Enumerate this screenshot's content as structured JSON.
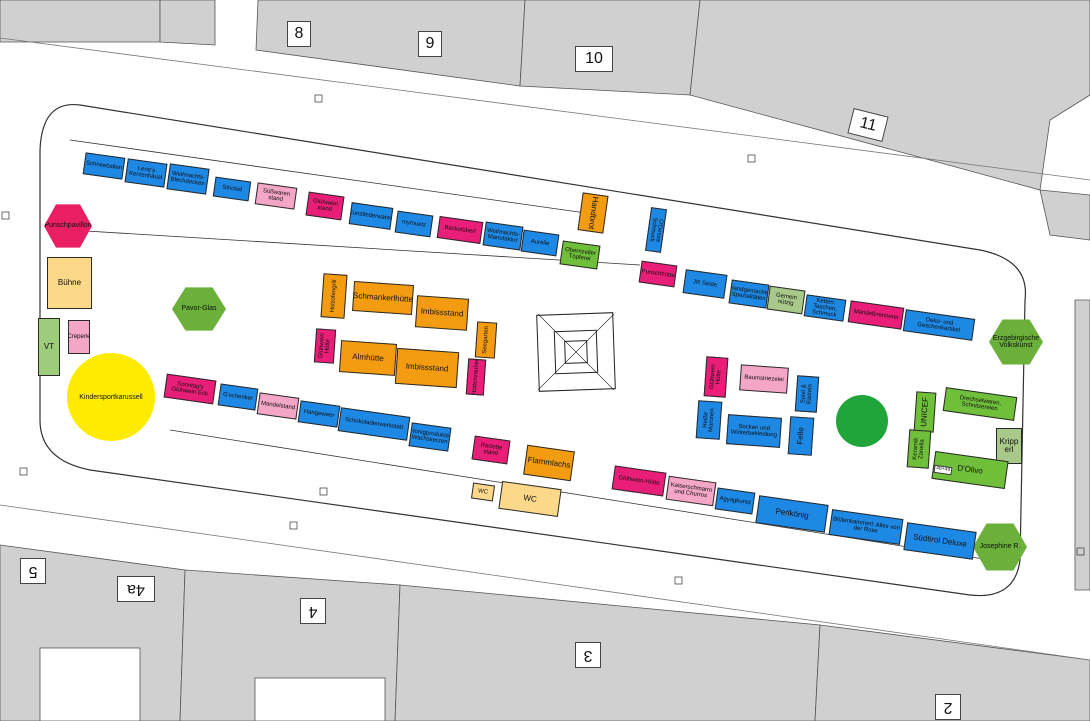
{
  "colors": {
    "background": "#ffffff",
    "building": "#d0d0d0",
    "stall_blue": "#1e88e5",
    "stall_magenta": "#e91e78",
    "stall_orange": "#f39c12",
    "stall_pink": "#f4a6c6",
    "stall_green": "#6fbf3a",
    "carousel_yellow": "#ffeb00",
    "tree_green": "#1fa53a"
  },
  "house_numbers": [
    "8",
    "9",
    "10",
    "11",
    "5",
    "4a",
    "4",
    "3",
    "2"
  ],
  "stalls": {
    "schneeballen": "Schneeballen",
    "lenes_kerzenhaeusl": "Lene's Kerzenhäusl",
    "weihnachtsblechdecken": "Weihnachts-Blechdecken",
    "strickid": "Strickid",
    "suesswaren_stand": "Süßwaren stand",
    "gluehwein_stand_top": "Glühwein stand",
    "kunstlederwaren": "Kunstlederwaren",
    "mymuetz": "mymuetz",
    "backstueberl": "Backstüberl",
    "weihnachtsmanufaktur": "Weihnachts-Manufaktur",
    "aurelie": "Aurelie",
    "handbrot": "Handbrot",
    "obernzeller_toepferei": "Obernzeller Töpferei",
    "o_dessa": "O'Dessa Schmuck",
    "punschhuette": "Punschhütte",
    "jr_seide": "JR Seide",
    "handgemachte_spezialitaeten": "Handgemachte Spezialitäten",
    "gemein_nuetzig": "Gemein nützig",
    "ketten": "Ketten, Taschen, Schmuck",
    "mandelbrennerei": "Mandelbrennerei",
    "deko_geschenkartikel": "Deko- und Geschenkartikel",
    "erzgebirgische_volkskunst": "Erzgebirgische Volkskunst",
    "punschpavillon": "Punschpavillon",
    "buehne": "Bühne",
    "vt": "VT",
    "creperie": "Creperie",
    "pavor_glas": "Pavor-Glas",
    "kindersportkarussell": "Kindersportkarussell",
    "holzofengrill": "Holzofengrill",
    "schmankerlhuette": "Schmankerlhütte",
    "imbissstand_top": "Imbissstand",
    "gluehwein_huette_left": "Glühwein Hütte",
    "almhuette": "Almhütte",
    "imbissstand_mid": "Imbissstand",
    "seegarten": "Seegarten",
    "huettenzauber": "Hüttenzauber",
    "sonntags_gluehwein": "Sonntag's Glühwein Eck",
    "gschenker": "G'schenker",
    "mandelstand": "Mandelstand",
    "hangeweer": "Hangeweer",
    "schokoladenwerkstatt": "Schokoladenwerkstatt",
    "honigprodukte": "Honigprodukte; Wachskerzen",
    "raclettestand": "Raclette stand",
    "flammlachs": "Flammlachs",
    "wc_small": "WC",
    "wc_big": "WC",
    "gluehwein_huette_right": "Glühwein Hütte",
    "baumstriezelei": "Baumstriezelei",
    "spiel_basteln": "Spiel & Basteln",
    "heisse_maronen": "Heiße Maronen",
    "socken_winterbekleidung": "Socken und Winterbekleidung",
    "felle": "Felle",
    "gluehwein_huette_bottom": "Glühwein-Hütte",
    "kaiserschmarrn_churros": "Kaiserschmarrn und Churros",
    "agyagkunst": "Agyagkunst",
    "perlkoenig": "Perlkönig",
    "blueteheramarn": "Blütenkammerl: Alles von der Rose",
    "suedtirol_deluxe": "Südtirol Deluxe",
    "josephine_r": "Josephine R.",
    "unicef": "UNICEF",
    "drechselwaren": "Drechselwaren, Schnitzereien",
    "keramik_zanella": "Keramik Zanella",
    "krippe": "Kripp erl",
    "d_olivo": "D'Olivo",
    "stall_number": "48+49"
  }
}
